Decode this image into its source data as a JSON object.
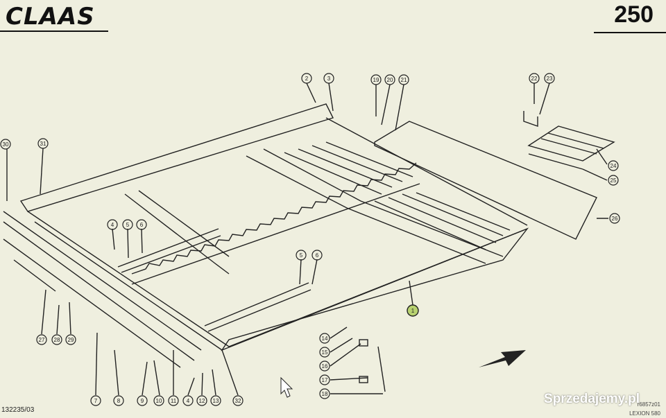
{
  "header": {
    "brand": "CLAAS",
    "page_number": "250"
  },
  "footer": {
    "left_code": "132235/03",
    "drawing_code": "r6857z01",
    "model": "LEXION 580"
  },
  "watermark": "Sprzedajemy.pl",
  "callouts": {
    "c1": "1",
    "c2": "2",
    "c3": "3",
    "c4a": "4",
    "c4b": "4",
    "c5a": "5",
    "c5b": "5",
    "c6a": "6",
    "c6b": "6",
    "c7": "7",
    "c8": "8",
    "c9": "9",
    "c10": "10",
    "c11": "11",
    "c12": "12",
    "c13": "13",
    "c14": "14",
    "c15": "15",
    "c16": "16",
    "c17": "17",
    "c18": "18",
    "c19": "19",
    "c20": "20",
    "c21": "21",
    "c22": "22",
    "c23": "23",
    "c24": "24",
    "c25": "25",
    "c26": "26",
    "c27": "27",
    "c28": "28",
    "c29": "29",
    "c30": "30",
    "c31": "31",
    "c32": "32"
  },
  "colors": {
    "paper": "#efefdf",
    "ink": "#222222",
    "highlight": "#b8d270"
  }
}
